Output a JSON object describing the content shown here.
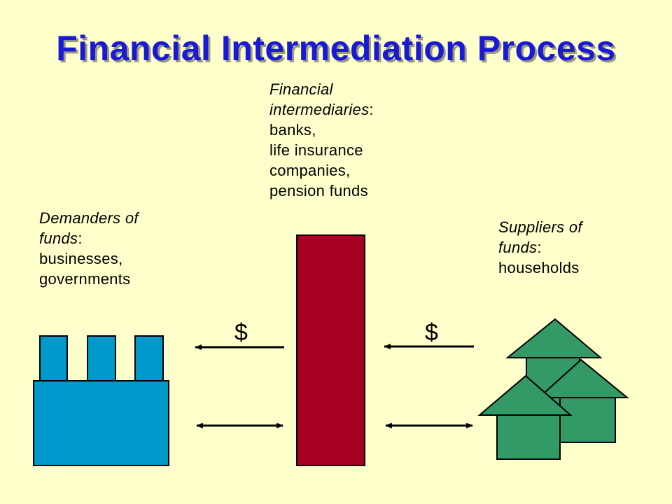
{
  "title": "Financial Intermediation Process",
  "intermediaries": {
    "heading_line1": "Financial",
    "heading_line2": "intermediaries",
    "colon": ":",
    "items": [
      "banks,",
      "life insurance",
      "companies,",
      "pension funds"
    ]
  },
  "demanders": {
    "heading_line1": "Demanders of",
    "heading_line2": "funds",
    "colon": ":",
    "items": [
      "businesses,",
      "governments"
    ]
  },
  "suppliers": {
    "heading_line1": "Suppliers of",
    "heading_line2": "funds",
    "colon": ":",
    "items": [
      "households"
    ]
  },
  "flows": {
    "left_symbol": "$",
    "right_symbol": "$"
  },
  "colors": {
    "background": "#ffffcc",
    "title": "#1a1ad6",
    "factory": "#0099cc",
    "intermediary_bar": "#a50021",
    "houses": "#339966",
    "outline": "#000000"
  }
}
